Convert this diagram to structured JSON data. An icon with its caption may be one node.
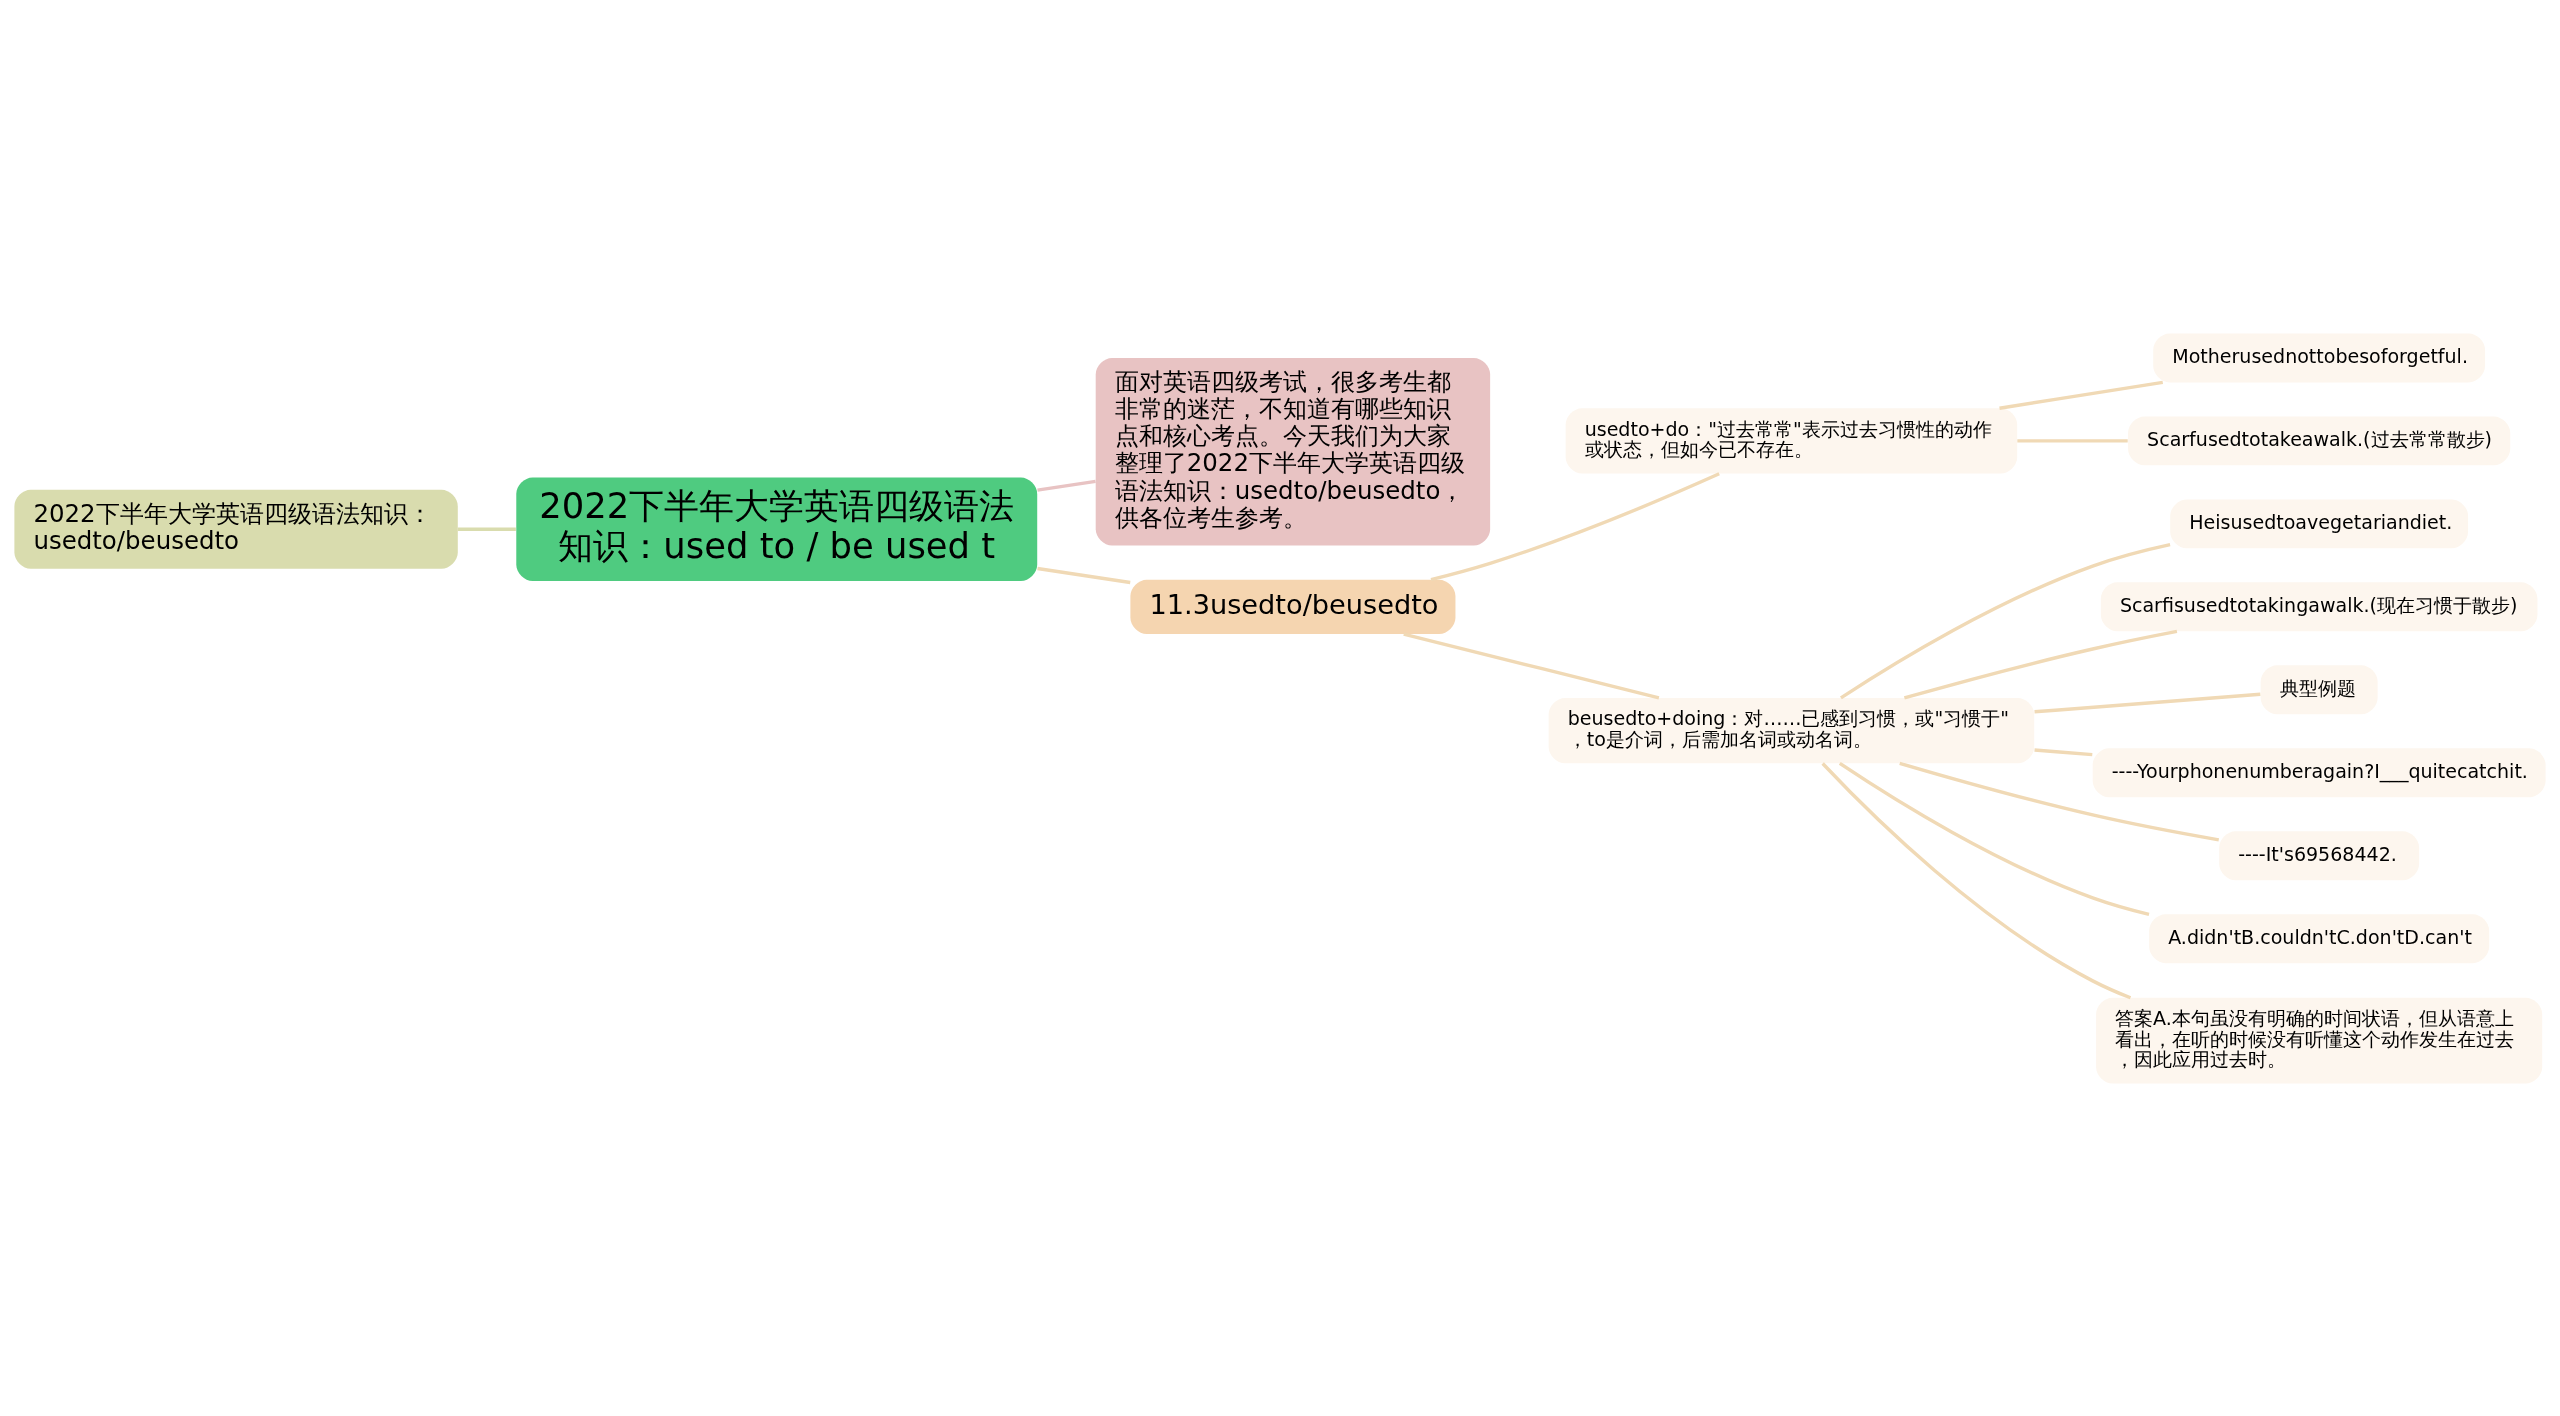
{
  "diagram": {
    "nodes": [
      {
        "text": [
          "2022下半年大学英语四级语法知识：used to / be used t"
        ]
      },
      {
        "text": [
          "2022下半年大学英语四级语法知识：usedto/beusedto"
        ]
      },
      {
        "text": [
          "面对英语四级考试，很多考生都非常的迷茫，不知道有哪些知识点和核心考点。今天我们为大家整理了2022下半年大学英语四级语法知识：usedto/beusedto，供各位考生参考。"
        ]
      },
      {
        "text": [
          "11.3usedto/beusedto"
        ]
      },
      {
        "text": [
          "usedto+do：\"过去常常\"表示过去习惯性的动作或状态，但如今已不存在。"
        ]
      },
      {
        "text": [
          "Motherusednottobesoforgetful."
        ]
      },
      {
        "text": [
          "Scarfusedtotakeawalk.(过去常常散步)"
        ]
      },
      {
        "text": [
          "beusedto+doing：对……已感到习惯，或\"习惯于\"，to是介词，后需加名词或动名词。"
        ]
      },
      {
        "text": [
          "Heisusedtoavegetariandiet."
        ]
      },
      {
        "text": [
          "Scarfisusedtotakingawalk.(现在习惯于散步)"
        ]
      },
      {
        "text": [
          "典型例题"
        ]
      },
      {
        "text": [
          "----Yourphonenumberagain?I___quitecatchit."
        ]
      },
      {
        "text": [
          "----It's69568442."
        ]
      },
      {
        "text": [
          "A.didn'tB.couldn'tC.don'tD.can't"
        ]
      },
      {
        "text": [
          "答案A.本句虽没有明确的时间状语，但从语意上看出，在听的时候没有听懂这个动作发生在过去，因此应用过去时。"
        ]
      }
    ],
    "edges": [
      {
        "from": 0,
        "to": 1,
        "arrow": "none",
        "color": "#d9dcae"
      },
      {
        "from": 0,
        "to": 2,
        "arrow": "none",
        "color": "#e8c3c3"
      },
      {
        "from": 0,
        "to": 3,
        "arrow": "none"
      },
      {
        "from": 3,
        "to": 4,
        "arrow": "none"
      },
      {
        "from": 3,
        "to": 7,
        "arrow": "none"
      },
      {
        "from": 4,
        "to": 5,
        "arrow": "none"
      },
      {
        "from": 4,
        "to": 6,
        "arrow": "none"
      },
      {
        "from": 7,
        "to": 8,
        "arrow": "none"
      },
      {
        "from": 7,
        "to": 9,
        "arrow": "none"
      },
      {
        "from": 7,
        "to": 10,
        "arrow": "none"
      },
      {
        "from": 7,
        "to": 11,
        "arrow": "none"
      },
      {
        "from": 7,
        "to": 12,
        "arrow": "none"
      },
      {
        "from": 7,
        "to": 13,
        "arrow": "none"
      },
      {
        "from": 7,
        "to": 14,
        "arrow": "none"
      }
    ]
  }
}
